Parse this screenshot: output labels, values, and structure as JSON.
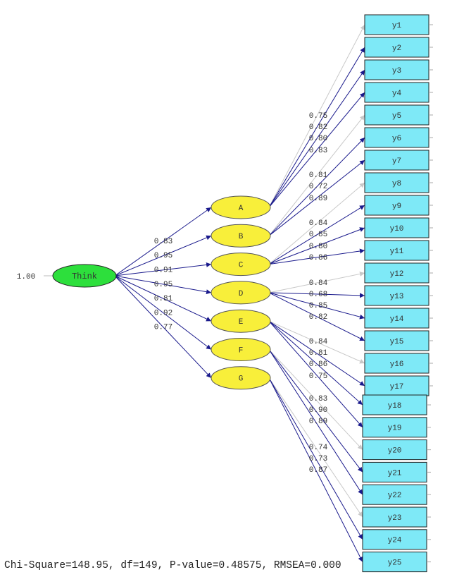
{
  "colors": {
    "background": "#ffffff",
    "observed_fill": "#7ee9f7",
    "latent_fill": "#f8ef3a",
    "second_order_fill": "#2ddf3c",
    "arrow_dark": "#1a1a8c",
    "arrow_light": "#c8c8c8",
    "label_text": "#333333"
  },
  "second_order": {
    "label": "Think",
    "variance_label": "1.00"
  },
  "first_order": [
    {
      "label": "A",
      "loading": "0.83"
    },
    {
      "label": "B",
      "loading": "0.95"
    },
    {
      "label": "C",
      "loading": "0.91"
    },
    {
      "label": "D",
      "loading": "0.95"
    },
    {
      "label": "E",
      "loading": "0.81"
    },
    {
      "label": "F",
      "loading": "0.92"
    },
    {
      "label": "G",
      "loading": "0.77"
    }
  ],
  "observed": [
    {
      "label": "y1",
      "factor": "A",
      "loading": "0.75",
      "arrow": "light"
    },
    {
      "label": "y2",
      "factor": "A",
      "loading": "0.82",
      "arrow": "dark"
    },
    {
      "label": "y3",
      "factor": "A",
      "loading": "0.80",
      "arrow": "dark"
    },
    {
      "label": "y4",
      "factor": "A",
      "loading": "0.83",
      "arrow": "dark"
    },
    {
      "label": "y5",
      "factor": "B",
      "loading": "0.81",
      "arrow": "light"
    },
    {
      "label": "y6",
      "factor": "B",
      "loading": "0.72",
      "arrow": "dark"
    },
    {
      "label": "y7",
      "factor": "B",
      "loading": "0.89",
      "arrow": "dark"
    },
    {
      "label": "y8",
      "factor": "C",
      "loading": "0.84",
      "arrow": "light"
    },
    {
      "label": "y9",
      "factor": "C",
      "loading": "0.85",
      "arrow": "dark"
    },
    {
      "label": "y10",
      "factor": "C",
      "loading": "0.80",
      "arrow": "dark"
    },
    {
      "label": "y11",
      "factor": "C",
      "loading": "0.86",
      "arrow": "dark"
    },
    {
      "label": "y12",
      "factor": "D",
      "loading": "0.84",
      "arrow": "light"
    },
    {
      "label": "y13",
      "factor": "D",
      "loading": "0.68",
      "arrow": "dark"
    },
    {
      "label": "y14",
      "factor": "D",
      "loading": "0.85",
      "arrow": "dark"
    },
    {
      "label": "y15",
      "factor": "D",
      "loading": "0.82",
      "arrow": "dark"
    },
    {
      "label": "y16",
      "factor": "E",
      "loading": "0.84",
      "arrow": "light"
    },
    {
      "label": "y17",
      "factor": "E",
      "loading": "0.81",
      "arrow": "dark"
    },
    {
      "label": "y18",
      "factor": "E",
      "loading": "0.86",
      "arrow": "dark"
    },
    {
      "label": "y19",
      "factor": "E",
      "loading": "0.75",
      "arrow": "dark"
    },
    {
      "label": "y20",
      "factor": "F",
      "loading": "0.83",
      "arrow": "light"
    },
    {
      "label": "y21",
      "factor": "F",
      "loading": "0.90",
      "arrow": "dark"
    },
    {
      "label": "y22",
      "factor": "F",
      "loading": "0.89",
      "arrow": "dark"
    },
    {
      "label": "y23",
      "factor": "G",
      "loading": "0.74",
      "arrow": "light"
    },
    {
      "label": "y24",
      "factor": "G",
      "loading": "0.73",
      "arrow": "dark"
    },
    {
      "label": "y25",
      "factor": "G",
      "loading": "0.87",
      "arrow": "dark"
    }
  ],
  "fit_statistics": "Chi-Square=148.95, df=149, P-value=0.48575, RMSEA=0.000"
}
